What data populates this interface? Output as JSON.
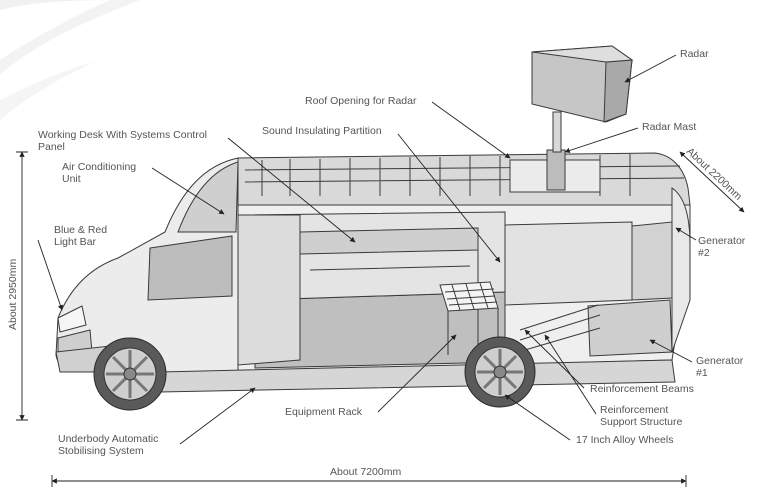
{
  "labels": {
    "radar": "Radar",
    "roof_opening": "Roof Opening for Radar",
    "radar_mast": "Radar Mast",
    "working_desk_line1": "Working Desk With Systems Control",
    "working_desk_line2": "Panel",
    "sound_partition": "Sound  Insulating Partition",
    "air_cond_line1": "Air Conditioning",
    "air_cond_line2": "Unit",
    "light_bar_line1": "Blue & Red",
    "light_bar_line2": "Light Bar",
    "generator2_line1": "Generator",
    "generator2_line2": "#2",
    "generator1_line1": "Generator",
    "generator1_line2": "#1",
    "reinforcement_beams": "Reinforcement Beams",
    "reinforcement_support_line1": "Reinforcement",
    "reinforcement_support_line2": "Support Structure",
    "alloy_wheels": "17 Inch Alloy Wheels",
    "equipment_rack": "Equipment Rack",
    "underbody_line1": "Underbody Automatic",
    "underbody_line2": "Stobilising System"
  },
  "dimensions": {
    "height": "About 2950mm",
    "length": "About 7200mm",
    "width": "About 2200mm"
  }
}
